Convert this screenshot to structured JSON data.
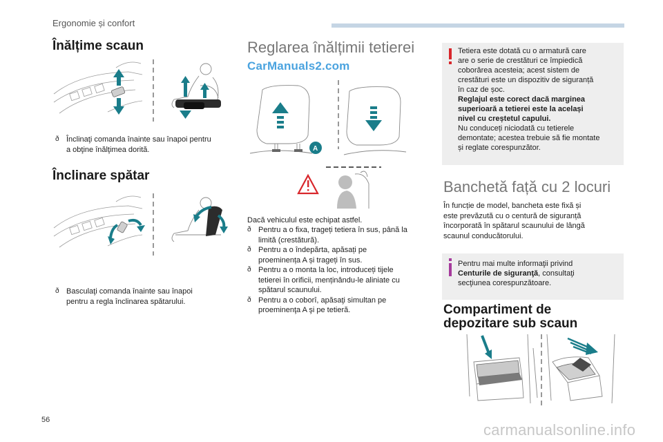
{
  "header": {
    "section": "Ergonomie și confort"
  },
  "watermark_top": "CarManuals2.com",
  "footer": {
    "page_number": "56",
    "watermark": "carmanualsonline.info"
  },
  "seat_height": {
    "title": "Înălțime scaun",
    "bullet_line1": "Înclinaţi comanda înainte sau înapoi pentru",
    "bullet_line2": "a obţine înălţimea dorită."
  },
  "backrest": {
    "title": "Înclinare spătar",
    "bullet_line1": "Basculaţi comanda înainte sau înapoi",
    "bullet_line2": "pentru a regla înclinarea spătarului."
  },
  "headrest": {
    "title": "Reglarea înălțimii tetierei",
    "label_a": "A",
    "intro": "Dacă vehiculul este echipat astfel.",
    "bullets": [
      [
        "Pentru a o fixa, trageți tetiera în sus, până la",
        "limită (crestătură)."
      ],
      [
        "Pentru a o îndepărta, apăsați pe",
        "proeminența A și trageți în sus."
      ],
      [
        "Pentru a o monta la loc, introduceți tijele",
        "tetierei în orificii, menținându-le aliniate cu",
        "spătarul scaunului."
      ],
      [
        "Pentru a o coborî, apăsaţi simultan pe",
        "proeminenţa A şi pe tetieră."
      ]
    ]
  },
  "warning_note": {
    "lines": [
      "Tetiera este dotată cu o armatură care",
      "are o serie de crestături ce împiedică",
      "coborârea acesteia; acest sistem de",
      "crestături este un dispozitiv de siguranță",
      "în caz de șoc."
    ],
    "bold_lines": [
      "Reglajul este corect dacă marginea",
      "superioară a tetierei este la același",
      "nivel cu creștetul capului."
    ],
    "tail_lines": [
      "Nu conduceți niciodată cu tetierele",
      "demontate; acestea trebuie să fie montate",
      "și reglate corespunzător."
    ]
  },
  "bench": {
    "title": "Banchetă față cu 2 locuri",
    "lines": [
      "În funcție de model, bancheta este fixă și",
      "este prevăzută cu o centură de siguranță",
      "încorporată în spătarul scaunului de lângă",
      "scaunul conducătorului."
    ]
  },
  "info_note": {
    "line1": "Pentru mai multe informaţii privind",
    "line2_bold": "Centurile de siguranţă",
    "line2_rest": ", consultaţi",
    "line3": "secţiunea corespunzătoare."
  },
  "storage": {
    "title_line1": "Compartiment de",
    "title_line2": "depozitare sub scaun"
  },
  "colors": {
    "accent_teal": "#1a7d8a",
    "warning_red": "#d8262b",
    "info_purple": "#a53a9c",
    "note_bg": "#eeeeee",
    "header_bar": "#c5d5e4"
  }
}
